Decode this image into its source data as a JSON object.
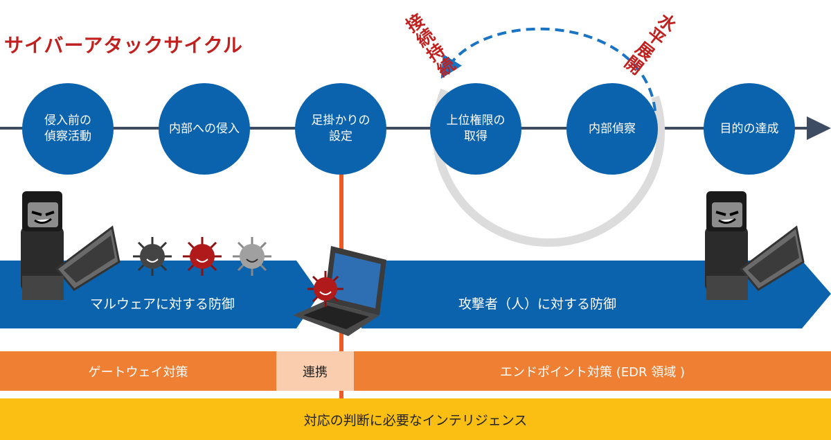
{
  "title": "サイバーアタックサイクル",
  "stages": [
    {
      "label": "侵入前の\n偵察活動"
    },
    {
      "label": "内部への侵入"
    },
    {
      "label": "足掛かりの\n設定"
    },
    {
      "label": "上位権限の\n取得"
    },
    {
      "label": "内部偵察"
    },
    {
      "label": "目的の達成"
    }
  ],
  "cycle": {
    "left_label": "接続持続",
    "right_label": "水平展開"
  },
  "bands": {
    "malware": "マルウェアに対する防御",
    "attacker": "攻撃者（人）に対する防御"
  },
  "measures": {
    "gateway": "ゲートウェイ対策",
    "link": "連携",
    "endpoint": "エンドポイント対策 (EDR 領域 )"
  },
  "intelligence": "対応の判断に必要なインテリジェンス",
  "colors": {
    "stage_blue": "#0c63ad",
    "title_red": "#c0201e",
    "orange": "#ee7f33",
    "light_orange": "#f9cdad",
    "yellow": "#fbbf14"
  },
  "icons": [
    "hacker-with-laptop-icon",
    "malware-virus-icon",
    "infected-laptop-icon"
  ]
}
